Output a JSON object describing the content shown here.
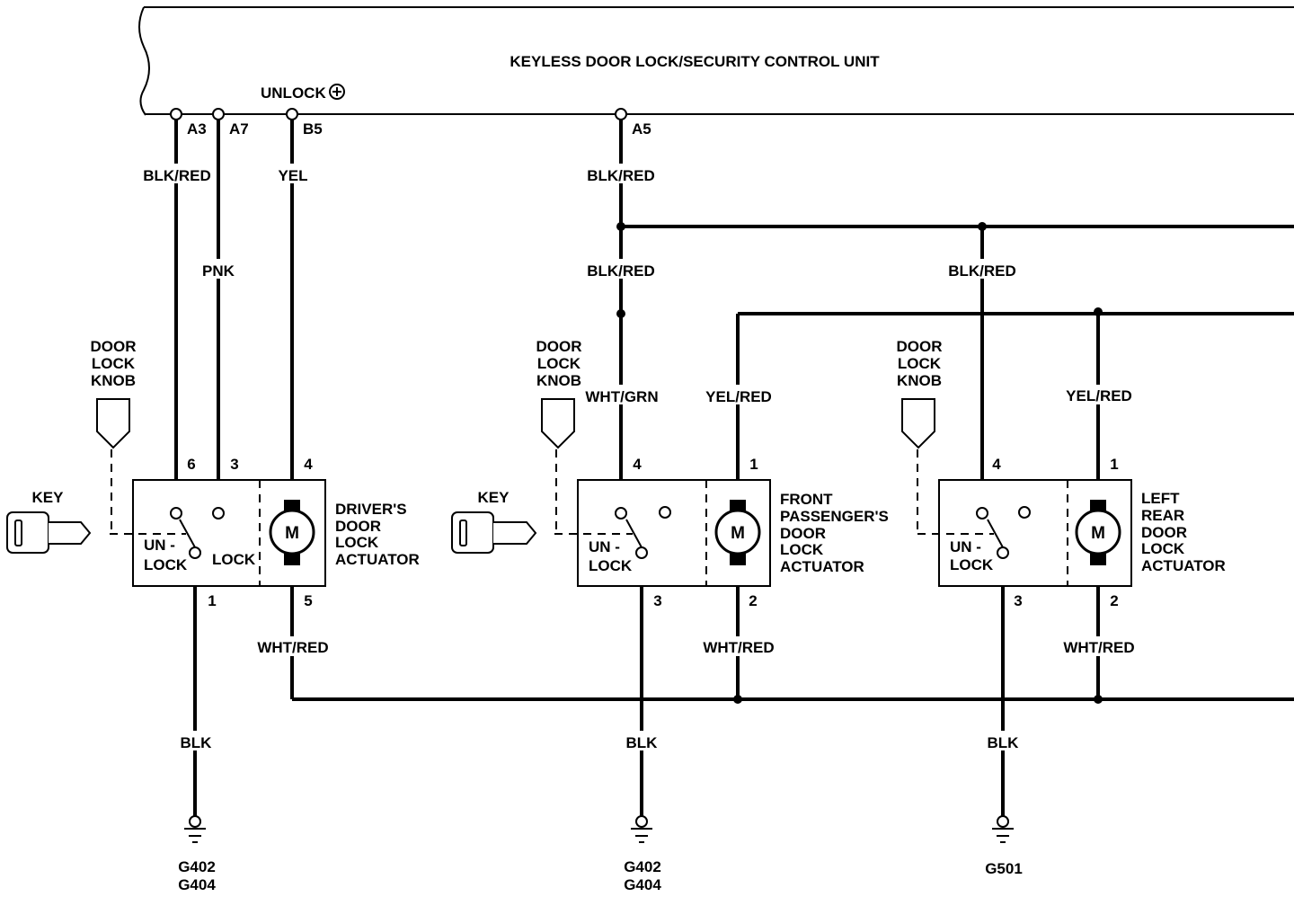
{
  "control_unit": {
    "title": "KEYLESS DOOR LOCK/SECURITY CONTROL UNIT",
    "unlock_label": "UNLOCK",
    "pins": {
      "a3": "A3",
      "a7": "A7",
      "b5": "B5",
      "a5": "A5"
    }
  },
  "wires": {
    "a3": "BLK/RED",
    "a7": "PNK",
    "b5": "YEL",
    "a5": "BLK/RED",
    "passenger_switch_feed": "BLK/RED",
    "passenger_switch": "WHT/GRN",
    "passenger_motor": "YEL/RED",
    "rear_switch": "BLK/RED",
    "rear_motor": "YEL/RED",
    "driver_motor_return": "WHT/RED",
    "passenger_motor_return": "WHT/RED",
    "rear_motor_return": "WHT/RED",
    "driver_ground": "BLK",
    "passenger_ground": "BLK",
    "rear_ground": "BLK"
  },
  "labels": {
    "door_lock_knob": [
      "DOOR",
      "LOCK",
      "KNOB"
    ],
    "key": "KEY",
    "unlock_switch": [
      "UN -",
      "LOCK"
    ],
    "lock_switch": "LOCK",
    "motor": "M"
  },
  "actuators": {
    "driver": {
      "name_lines": [
        "DRIVER'S",
        "DOOR",
        "LOCK",
        "ACTUATOR"
      ],
      "pins": {
        "unlock": "6",
        "lock": "3",
        "motor_in": "4",
        "common": "1",
        "motor_out": "5"
      }
    },
    "front_passenger": {
      "name_lines": [
        "FRONT",
        "PASSENGER'S",
        "DOOR",
        "LOCK",
        "ACTUATOR"
      ],
      "pins": {
        "switch": "4",
        "motor_in": "1",
        "common": "3",
        "motor_out": "2"
      }
    },
    "left_rear": {
      "name_lines": [
        "LEFT",
        "REAR",
        "DOOR",
        "LOCK",
        "ACTUATOR"
      ],
      "pins": {
        "switch": "4",
        "motor_in": "1",
        "common": "3",
        "motor_out": "2"
      }
    }
  },
  "grounds": {
    "driver": [
      "G402",
      "G404"
    ],
    "passenger": [
      "G402",
      "G404"
    ],
    "rear": [
      "G501"
    ]
  }
}
